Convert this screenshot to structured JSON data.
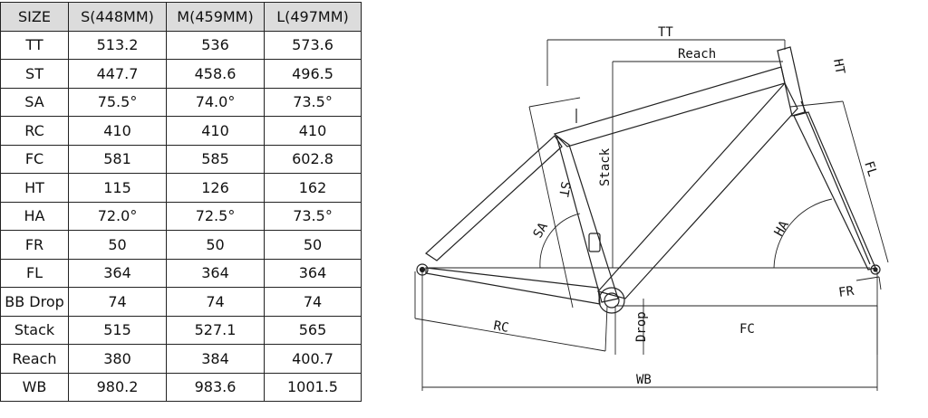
{
  "table": {
    "headers": [
      "SIZE",
      "S(448MM)",
      "M(459MM)",
      "L(497MM)"
    ],
    "rows": [
      [
        "TT",
        "513.2",
        "536",
        "573.6"
      ],
      [
        "ST",
        "447.7",
        "458.6",
        "496.5"
      ],
      [
        "SA",
        "75.5°",
        "74.0°",
        "73.5°"
      ],
      [
        "RC",
        "410",
        "410",
        "410"
      ],
      [
        "FC",
        "581",
        "585",
        "602.8"
      ],
      [
        "HT",
        "115",
        "126",
        "162"
      ],
      [
        "HA",
        "72.0°",
        "72.5°",
        "73.5°"
      ],
      [
        "FR",
        "50",
        "50",
        "50"
      ],
      [
        "FL",
        "364",
        "364",
        "364"
      ],
      [
        "BB Drop",
        "74",
        "74",
        "74"
      ],
      [
        "Stack",
        "515",
        "527.1",
        "565"
      ],
      [
        "Reach",
        "380",
        "384",
        "400.7"
      ],
      [
        "WB",
        "980.2",
        "983.6",
        "1001.5"
      ]
    ]
  },
  "diagram": {
    "labels": {
      "tt": "TT",
      "reach": "Reach",
      "ht": "HT",
      "fl": "FL",
      "stack": "Stack",
      "st": "ST",
      "sa": "SA",
      "ha": "HA",
      "fr": "FR",
      "rc": "RC",
      "drop": "Drop",
      "fc": "FC",
      "wb": "WB"
    }
  }
}
